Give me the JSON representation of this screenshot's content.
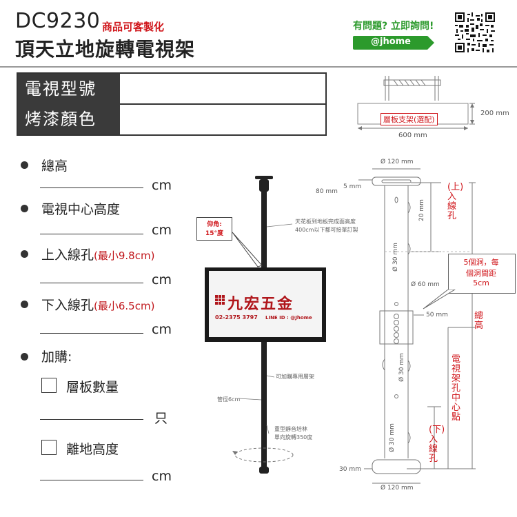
{
  "header": {
    "model_code": "DC9230",
    "customizable": "商品可客製化",
    "title": "頂天立地旋轉電視架",
    "ask_prompt": "有問題? 立即詢問!",
    "line_id": "@jhome"
  },
  "spec_table": {
    "tv_model_label": "電視型號",
    "paint_color_label": "烤漆顏色"
  },
  "form": {
    "total_height": {
      "label": "總高",
      "unit": "cm"
    },
    "tv_center_height": {
      "label": "電視中心高度",
      "unit": "cm"
    },
    "upper_hole": {
      "label": "上入線孔",
      "note": "(最小9.8cm)",
      "unit": "cm"
    },
    "lower_hole": {
      "label": "下入線孔",
      "note": "(最小6.5cm)",
      "unit": "cm"
    },
    "add_on": {
      "label": "加購:"
    },
    "shelf_qty": {
      "label": "層板數量",
      "unit": "只"
    },
    "ground_height": {
      "label": "離地高度",
      "unit": "cm"
    }
  },
  "shelf_diagram": {
    "shelf_label": "層板支架(選配)",
    "width": "600 mm",
    "height": "200 mm"
  },
  "pole_diagram": {
    "tilt_label": "仰角:",
    "tilt_value": "15°度",
    "ceiling_note_1": "天花板到地板完成面高度",
    "ceiling_note_2": "400cm以下都可接單訂製",
    "addon_shelf_note": "可加購專用層架",
    "pipe_note": "管徑6cm",
    "base_note_1": "重型靜音培林",
    "base_note_2": "單向旋轉350度",
    "tv_brand": "九宏五金",
    "tv_phone": "02-2375 3797",
    "tv_line": "LINE ID : @Jhome"
  },
  "dimension_diagram": {
    "top_dia": "Ø 120 mm",
    "bottom_dia": "Ø 120 mm",
    "offset_80": "80 mm",
    "offset_5": "5 mm",
    "dim_20": "20 mm",
    "dim_30_a": "Ø 30 mm",
    "dim_30_b": "Ø 30 mm",
    "dim_30_c": "Ø 30 mm",
    "pipe_dia": "Ø 60 mm",
    "hole_gap": "50 mm",
    "base_30": "30 mm",
    "upper_hole": "(上)入線孔",
    "lower_hole": "(下)入線孔",
    "total_height": "總高",
    "center_label": "電視架孔中心點",
    "callout_1": "5個洞，每",
    "callout_2": "個洞間距",
    "callout_3": "5cm"
  },
  "colors": {
    "accent_red": "#d0161b",
    "line_green": "#2c9a2c",
    "label_bg": "#3a3a3a"
  }
}
